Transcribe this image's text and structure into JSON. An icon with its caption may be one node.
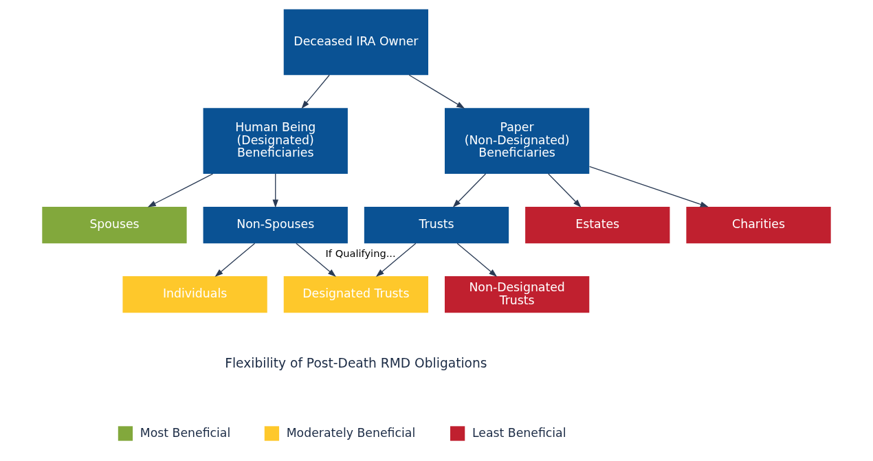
{
  "diagram": {
    "nodes": [
      {
        "text": [
          "Deceased IRA Owner"
        ]
      },
      {
        "text": [
          "Human Being (Designated) Beneficiaries"
        ]
      },
      {
        "text": [
          "Paper (Non-Designated) Beneficiaries"
        ]
      },
      {
        "text": [
          "Spouses"
        ]
      },
      {
        "text": [
          "Non-Spouses"
        ]
      },
      {
        "text": [
          "Trusts"
        ]
      },
      {
        "text": [
          "Estates"
        ]
      },
      {
        "text": [
          "Charities"
        ]
      },
      {
        "text": [
          "Individuals"
        ]
      },
      {
        "text": [
          "Designated Trusts"
        ]
      },
      {
        "text": [
          "Non-Designated Trusts"
        ]
      }
    ],
    "edges": [
      {
        "from": 0,
        "to": 1,
        "arrow": "to"
      },
      {
        "from": 0,
        "to": 2,
        "arrow": "to"
      },
      {
        "from": 1,
        "to": 3,
        "arrow": "to"
      },
      {
        "from": 1,
        "to": 4,
        "arrow": "to"
      },
      {
        "from": 2,
        "to": 5,
        "arrow": "to"
      },
      {
        "from": 2,
        "to": 6,
        "arrow": "to"
      },
      {
        "from": 2,
        "to": 7,
        "arrow": "to"
      },
      {
        "from": 4,
        "to": 8,
        "arrow": "to"
      },
      {
        "from": 4,
        "to": 9,
        "arrow": "to"
      },
      {
        "from": 5,
        "to": 9,
        "arrow": "to",
        "label": "If Qualifying..."
      },
      {
        "from": 5,
        "to": 10,
        "arrow": "to"
      }
    ],
    "labels": [
      "Flexibility of Post-Death RMD Obligations"
    ],
    "legend": [
      {
        "text": "Most Beneficial",
        "color": "#82a83c"
      },
      {
        "text": "Moderately Beneficial",
        "color": "#fec82b"
      },
      {
        "text": "Least Beneficial",
        "color": "#c0202f"
      }
    ]
  }
}
